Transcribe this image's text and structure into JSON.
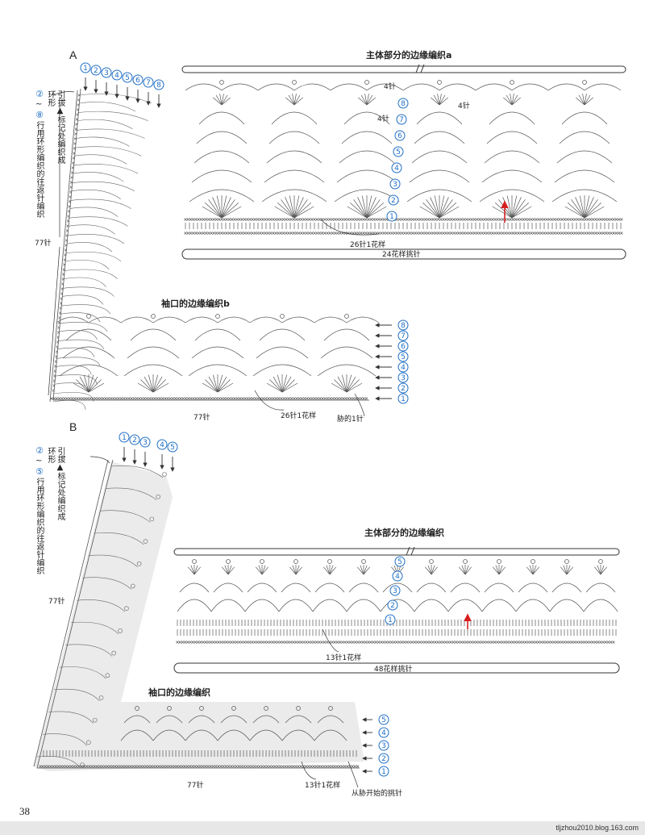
{
  "sectionA": {
    "letter": "A",
    "body_title": "主体部分的边缘编织a",
    "cuff_title": "袖口的边缘编织b",
    "side_note_range_start": "②",
    "side_note_range_end": "⑧",
    "side_note": "引拔▲标记处编织成环形",
    "side_note2": "行用环形编织的往返针编织",
    "side_count": "77针",
    "bottom_count": "77针",
    "repeat_body": "26针1花样",
    "picks_body": "24花样挑针",
    "repeat_cuff": "26针1花样",
    "rib_note": "胁的1针",
    "stitch_note1": "4针",
    "stitch_note2": "4针",
    "stitch_note3": "4针",
    "row_markers": [
      "①",
      "②",
      "③",
      "④",
      "⑤",
      "⑥",
      "⑦",
      "⑧"
    ]
  },
  "sectionB": {
    "letter": "B",
    "body_title": "主体部分的边缘编织",
    "cuff_title": "袖口的边缘编织",
    "side_note_range_start": "②",
    "side_note_range_end": "⑤",
    "side_note": "引拔▲标记处编织成环形",
    "side_note2": "行用环形编织的往返针编织",
    "side_count": "77针",
    "bottom_count": "77针",
    "repeat_body": "13针1花样",
    "picks_body": "48花样挑针",
    "repeat_cuff": "13针1花样",
    "start_note": "从胁开始的挑针",
    "row_markers": [
      "①",
      "②",
      "③",
      "④",
      "⑤"
    ]
  },
  "page_number": "38",
  "footer": "tljzhou2010.blog.163.com",
  "colors": {
    "marker": "#1f6fc4",
    "arrow_red": "#d62020",
    "line": "#333333",
    "shade": "#e9e9e9"
  }
}
